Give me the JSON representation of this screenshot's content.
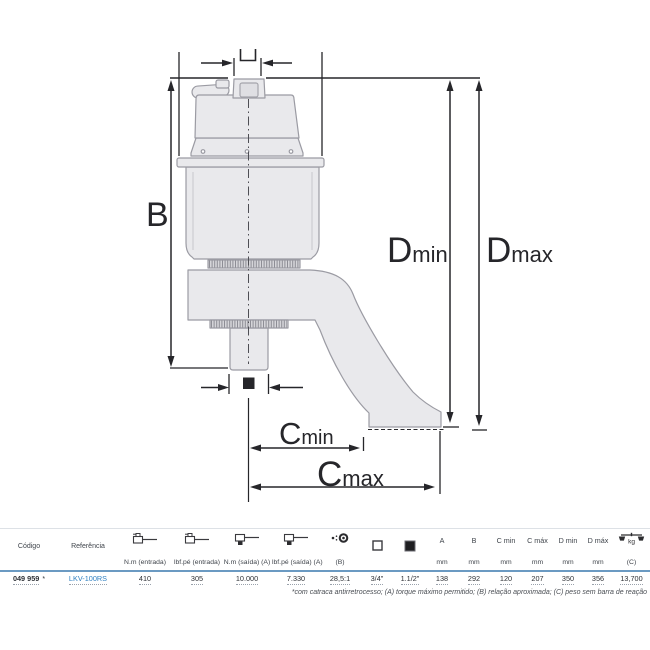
{
  "diagram": {
    "labels": {
      "b": "B",
      "d_min_main": "D",
      "d_min_sub": "min",
      "d_max_main": "D",
      "d_max_sub": "max",
      "c_min_main": "C",
      "c_min_sub": "min",
      "c_max_main": "C",
      "c_max_sub": "max"
    }
  },
  "icons": {
    "nm_entrada": "torque-wrench-input-icon",
    "lbfpe_entrada": "torque-wrench-input-icon",
    "nm_saida": "torque-wrench-output-icon",
    "lbfpe_saida": "torque-wrench-output-icon",
    "ratio": "gear-ratio-icon",
    "square_input": "square-drive-open-icon",
    "square_output": "square-drive-filled-icon",
    "weight": "balance-scale-kg-icon"
  },
  "table": {
    "header": {
      "codigo": "Código",
      "referencia": "Referência",
      "nm_entrada": "N.m (entrada)",
      "lbfpe_entrada": "lbf.pé (entrada)",
      "nm_saida": "N.m (saída) (A)",
      "lbfpe_saida": "lbf.pé (saída) (A)",
      "ratio": "(B)",
      "a": "A",
      "b": "B",
      "c_min": "C min",
      "c_max": "C máx",
      "d_min": "D min",
      "d_max": "D máx",
      "mm": "mm",
      "weight": "(C)",
      "weight_unit": "kg"
    },
    "row": {
      "codigo": "049 959",
      "asterisk": "*",
      "referencia": "LKV-100RS",
      "nm_entrada": "410",
      "lbfpe_entrada": "305",
      "nm_saida": "10.000",
      "lbfpe_saida": "7.330",
      "ratio": "28,5:1",
      "sq_in": "3/4\"",
      "sq_out": "1.1/2\"",
      "a": "138",
      "b": "292",
      "c_min": "120",
      "c_max": "207",
      "d_min": "350",
      "d_max": "356",
      "weight": "13,700"
    },
    "footnote": "*com catraca antirretrocesso; (A) torque máximo permitido;  (B) relação aproximada;  (C) peso sem barra de reação"
  },
  "colors": {
    "header_rule": "#6b9ac2",
    "link": "#2e7fc1",
    "dimension": "#26262a",
    "device_fill": "#e9e9ec",
    "device_stroke": "#9b9ba3"
  }
}
